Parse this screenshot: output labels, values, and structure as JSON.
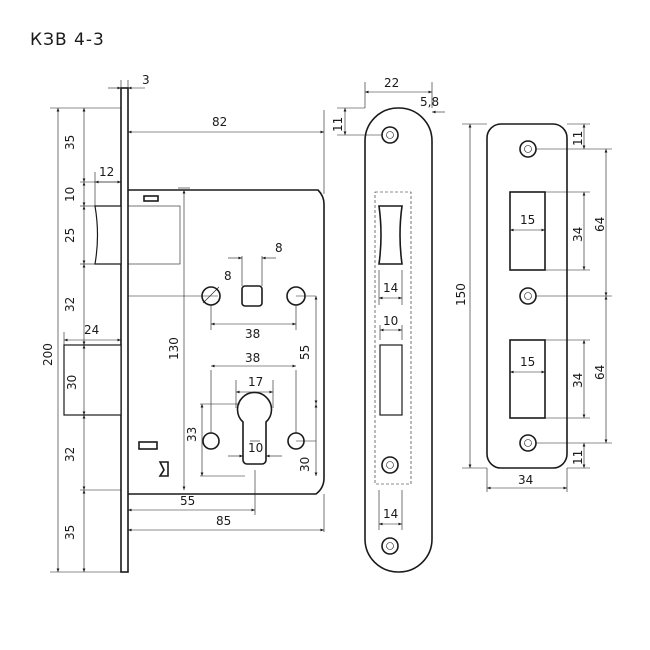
{
  "title": "КЗВ 4-3",
  "dimensions": {
    "faceplate_thickness": "3",
    "backset_total": "82",
    "latch_offset_top": "35",
    "latch_width": "12",
    "latch_gap": "10",
    "latch_height": "25",
    "spacing_upper": "32",
    "bolt_width": "24",
    "bolt_height": "30",
    "spacing_lower": "32",
    "bottom_offset": "35",
    "overall_height": "200",
    "handle_spacing": "130",
    "spindle_size": "8",
    "hole_diameter": "8",
    "screw_spacing_top": "38",
    "screw_spacing_mid": "38",
    "cylinder_width": "17",
    "cylinder_slot": "10",
    "cylinder_height": "33",
    "vertical_55": "55",
    "vertical_30": "30",
    "backset_55": "55",
    "depth_85": "85",
    "front_width": "22",
    "front_offset": "5,8",
    "front_screw_offset": "11",
    "front_latch_width": "14",
    "front_bolt_width": "10",
    "front_bottom_width": "14",
    "strike_height": "150",
    "strike_top_offset": "11",
    "strike_cut_width_1": "15",
    "strike_cut_height_1": "34",
    "strike_spacing_1": "64",
    "strike_cut_width_2": "15",
    "strike_cut_height_2": "34",
    "strike_spacing_2": "64",
    "strike_bottom_offset": "11",
    "strike_width": "34"
  }
}
